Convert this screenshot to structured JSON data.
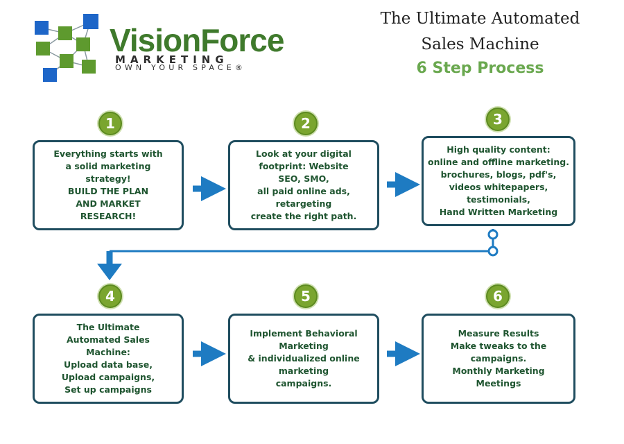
{
  "brand": {
    "name": "VisionForce",
    "sub1": "MARKETING",
    "sub2": "OWN YOUR SPACE®"
  },
  "title": {
    "line1": "The Ultimate Automated",
    "line2": "Sales Machine",
    "line3": "6 Step Process"
  },
  "colors": {
    "box_border": "#1f4d5f",
    "step_text": "#1f5530",
    "badge": "#7aa52f",
    "arrow": "#1e7bc2",
    "brand_green": "#3f7a2c",
    "subtitle_green": "#6aa84f"
  },
  "steps": [
    {
      "number": "1",
      "text": "Everything starts with\na solid marketing\nstrategy!\nBUILD THE PLAN\nAND MARKET\nRESEARCH!"
    },
    {
      "number": "2",
      "text": "Look at your digital\nfootprint: Website\nSEO, SMO,\nall paid online ads,\nretargeting\ncreate the right path."
    },
    {
      "number": "3",
      "text": "High quality content:\nonline and offline marketing.\nbrochures, blogs, pdf's,\nvideos whitepapers,\ntestimonials,\nHand Written Marketing"
    },
    {
      "number": "4",
      "text": "The Ultimate\nAutomated Sales\nMachine:\nUpload data base,\nUpload campaigns,\nSet up campaigns"
    },
    {
      "number": "5",
      "text": "Implement Behavioral\nMarketing\n& individualized online\nmarketing\ncampaigns."
    },
    {
      "number": "6",
      "text": "Measure Results\nMake tweaks to the\ncampaigns.\nMonthly Marketing\nMeetings"
    }
  ]
}
